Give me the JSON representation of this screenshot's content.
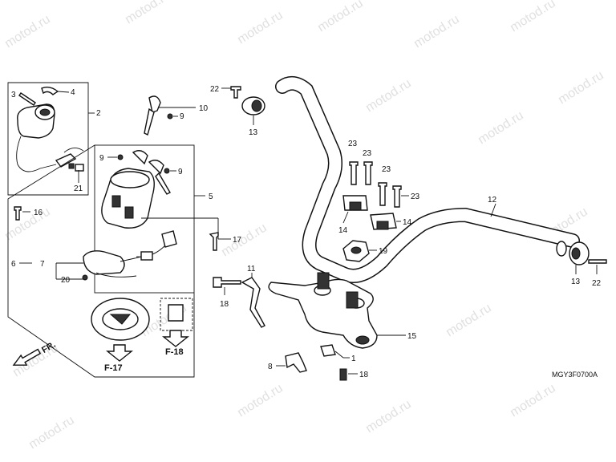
{
  "diagram": {
    "watermark": "motod.ru",
    "drawing_code": "MGY3F0700A",
    "front_arrow_label": "FR.",
    "ref_f17": "F-17",
    "ref_f18": "F-18",
    "labels": {
      "l1": "1",
      "l2": "2",
      "l3": "3",
      "l4": "4",
      "l5": "5",
      "l6": "6",
      "l7": "7",
      "l8": "8",
      "l9a": "9",
      "l9b": "9",
      "l9c": "9",
      "l10": "10",
      "l11": "11",
      "l12": "12",
      "l13a": "13",
      "l13b": "13",
      "l14a": "14",
      "l14b": "14",
      "l15": "15",
      "l16": "16",
      "l17": "17",
      "l18a": "18",
      "l18b": "18",
      "l19": "19",
      "l20": "20",
      "l21": "21",
      "l22a": "22",
      "l22b": "22",
      "l23a": "23",
      "l23b": "23",
      "l23c": "23",
      "l23d": "23"
    }
  }
}
